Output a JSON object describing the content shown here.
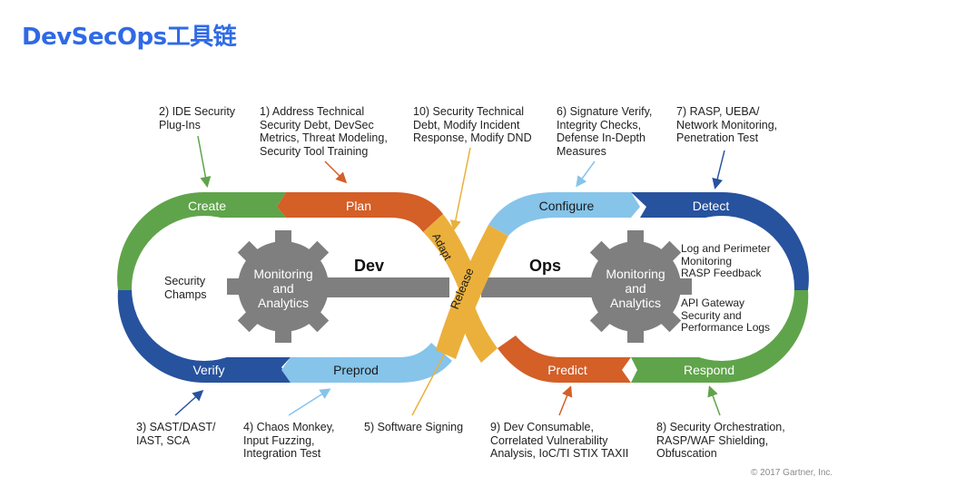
{
  "title": "DevSecOps工具链",
  "copyright": "© 2017 Gartner, Inc.",
  "colors": {
    "title": "#2f6ae6",
    "green": "#5fa44a",
    "orange": "#d45f27",
    "yellow": "#ebb03b",
    "light_blue": "#86c4ea",
    "dark_blue": "#27529e",
    "gray": "#7f7f7f"
  },
  "loop_labels": {
    "dev": "Dev",
    "ops": "Ops"
  },
  "segments": {
    "create": "Create",
    "plan": "Plan",
    "adapt": "Adapt",
    "release": "Release",
    "verify": "Verify",
    "preprod": "Preprod",
    "configure": "Configure",
    "detect": "Detect",
    "predict": "Predict",
    "respond": "Respond"
  },
  "gears": {
    "left": "Monitoring\nand\nAnalytics",
    "right": "Monitoring\nand\nAnalytics"
  },
  "inner": {
    "security_champs": "Security\nChamps",
    "detect_note": "Log and Perimeter\nMonitoring\nRASP Feedback",
    "respond_note": "API Gateway\nSecurity and\nPerformance Logs"
  },
  "annotations": {
    "a2": "2) IDE Security\nPlug-Ins",
    "a1": "1) Address Technical\nSecurity Debt, DevSec\nMetrics, Threat Modeling,\nSecurity Tool Training",
    "a10": "10) Security Technical\nDebt, Modify Incident\nResponse, Modify DND",
    "a6": "6) Signature Verify,\nIntegrity Checks,\nDefense In-Depth\nMeasures",
    "a7": "7) RASP, UEBA/\nNetwork Monitoring,\nPenetration Test",
    "a3": "3) SAST/DAST/\nIAST, SCA",
    "a4": "4) Chaos Monkey,\nInput Fuzzing,\nIntegration Test",
    "a5": "5) Software Signing",
    "a9": "9) Dev Consumable,\nCorrelated Vulnerability\nAnalysis, IoC/TI STIX TAXII",
    "a8": "8) Security Orchestration,\nRASP/WAF Shielding,\nObfuscation"
  }
}
